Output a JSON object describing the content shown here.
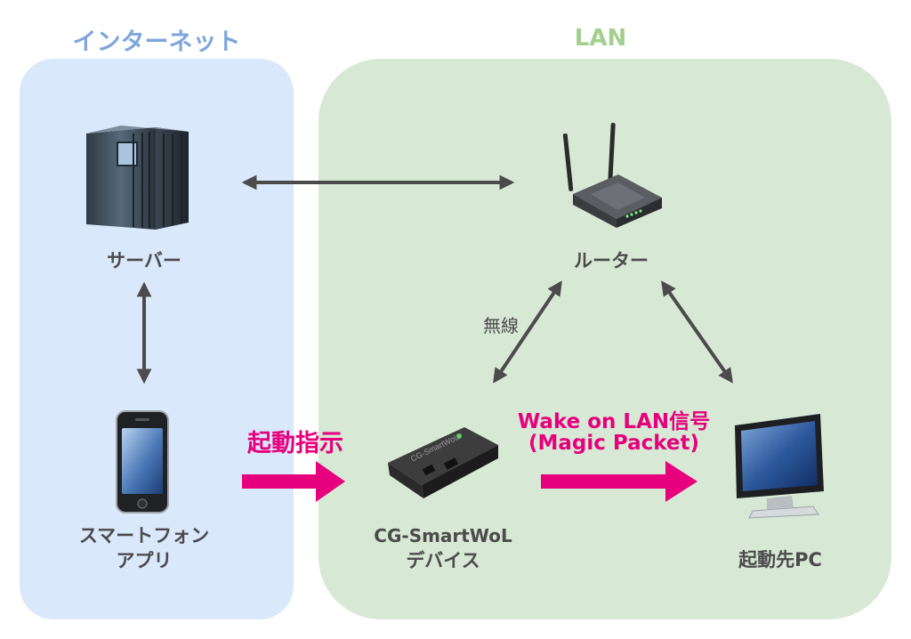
{
  "zones": {
    "internet": "インターネット",
    "lan": "LAN"
  },
  "nodes": {
    "server": "サーバー",
    "router": "ルーター",
    "smartphone_line1": "スマートフォン",
    "smartphone_line2": "アプリ",
    "device_line1": "CG-SmartWoL",
    "device_line2": "デバイス",
    "target_pc": "起動先PC"
  },
  "edges": {
    "wireless": "無線",
    "start_command": "起動指示",
    "wol_line1": "Wake on LAN信号",
    "wol_line2": "(Magic Packet)"
  },
  "device_print": "CG-SmartWoL",
  "colors": {
    "internet_zone": "#dae8fb",
    "lan_zone": "#d7e9d4",
    "internet_title": "#7ea6dc",
    "lan_title": "#a3cf8e",
    "accent_magenta": "#e6007e",
    "arrow_gray": "#4b4b4b"
  }
}
